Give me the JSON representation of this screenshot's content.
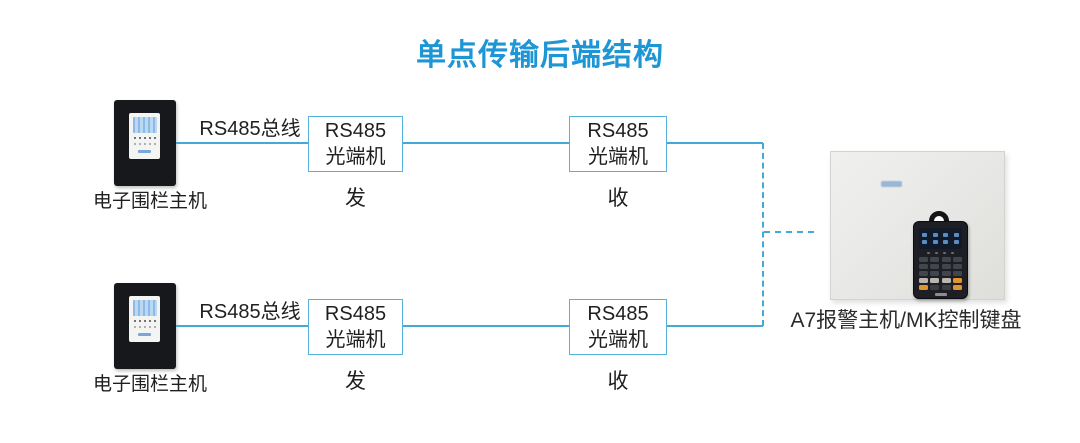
{
  "title": {
    "text": "单点传输后端结构"
  },
  "rows": [
    {
      "device_label": "电子围栏主机",
      "bus_label": "RS485总线",
      "converter_tx": {
        "name_line1": "RS485",
        "name_line2": "光端机",
        "mode": "发"
      },
      "converter_rx": {
        "name_line1": "RS485",
        "name_line2": "光端机",
        "mode": "收"
      }
    },
    {
      "device_label": "电子围栏主机",
      "bus_label": "RS485总线",
      "converter_tx": {
        "name_line1": "RS485",
        "name_line2": "光端机",
        "mode": "发"
      },
      "converter_rx": {
        "name_line1": "RS485",
        "name_line2": "光端机",
        "mode": "收"
      }
    }
  ],
  "right_device": {
    "label": "A7报警主机/MK控制键盘"
  },
  "colors": {
    "title": "#1e96d6",
    "line": "#45a9d8",
    "box_border": "#55b3db",
    "text": "#1f1f1f"
  }
}
